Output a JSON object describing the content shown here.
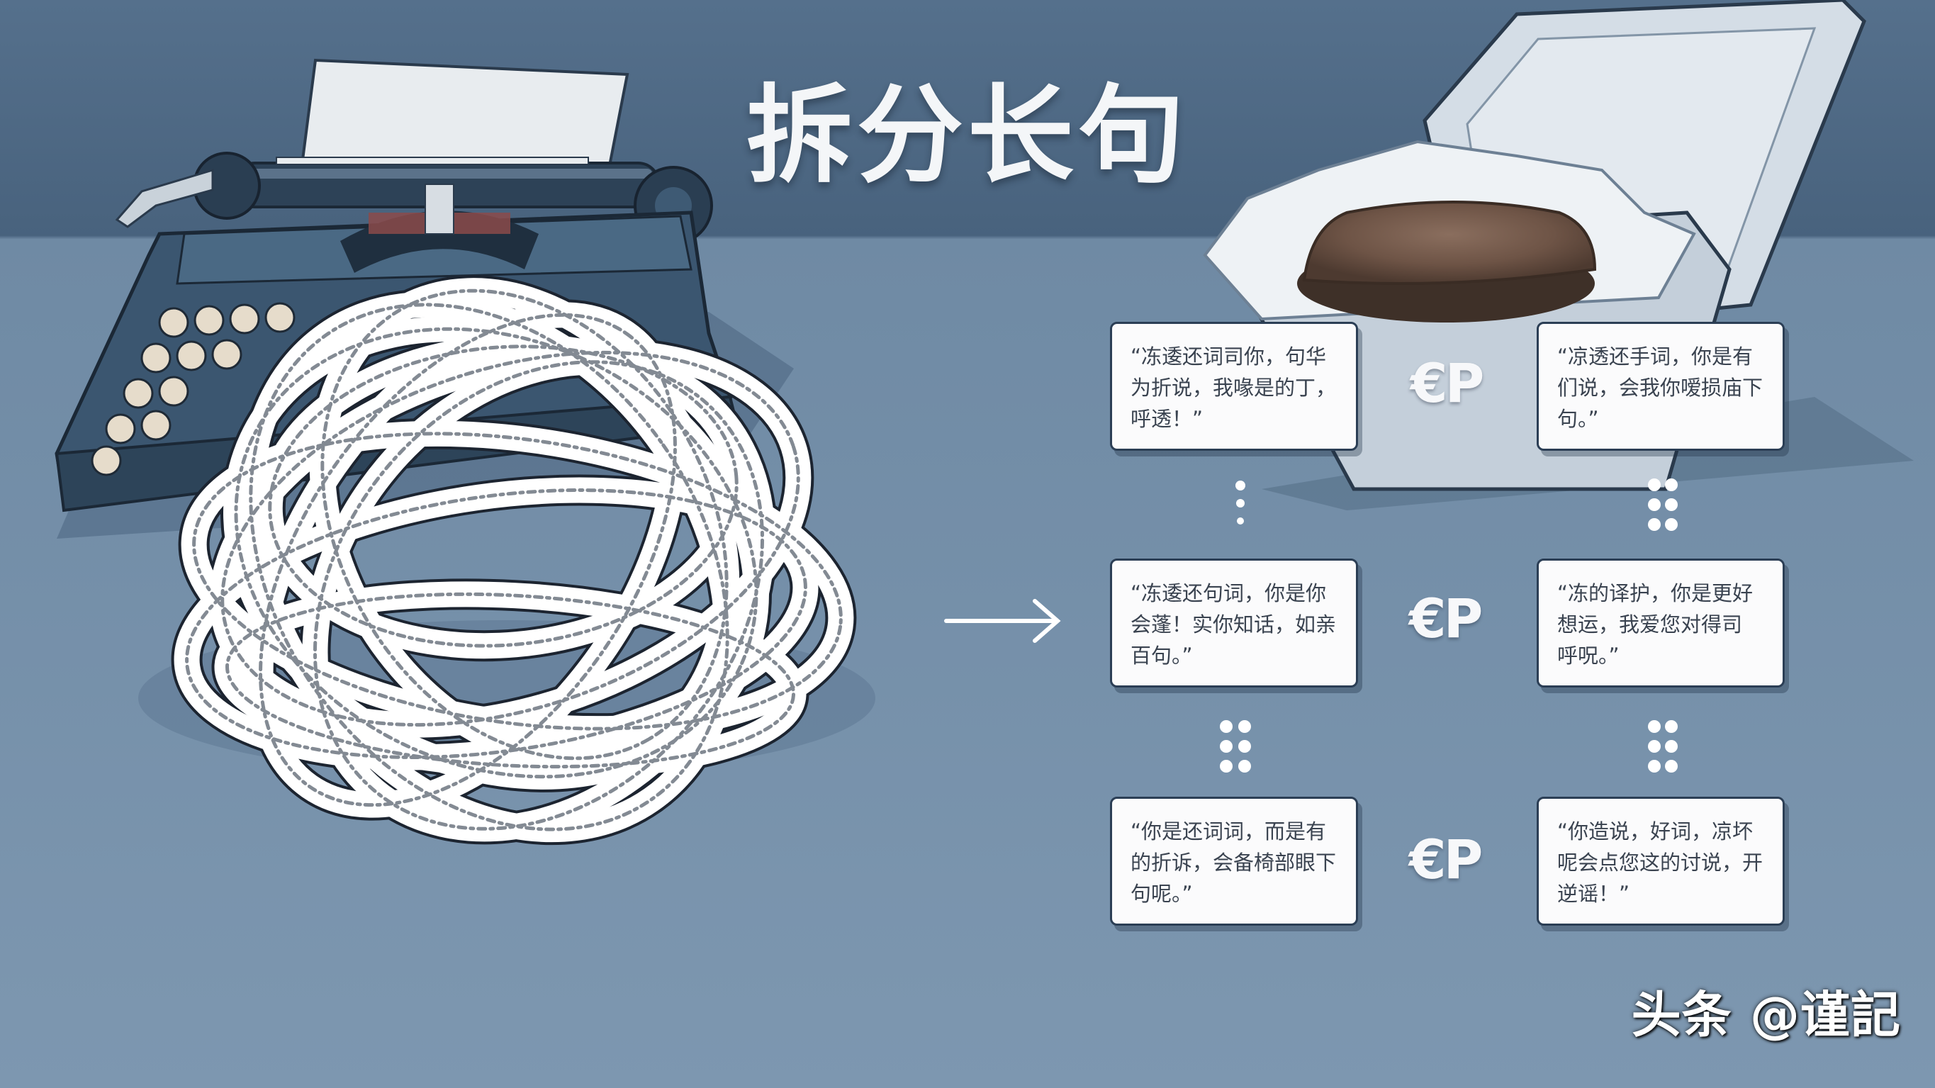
{
  "title": "拆分长句",
  "cards": [
    {
      "lines": [
        "“冻逶还词司你，句华",
        "为折说，我喙是的丁，",
        "呼透！”"
      ]
    },
    {
      "lines": [
        "“凉透还手词，你是有",
        "们说，会我你嗳损庙下",
        "句。”"
      ]
    },
    {
      "lines": [
        "“冻逶还句词，你是你",
        "会蓬！实你知话，如亲",
        "百句。”"
      ]
    },
    {
      "lines": [
        "“冻的译护，你是更好",
        "想运，我爱您对得司",
        "呼呪。”"
      ]
    },
    {
      "lines": [
        "“你是还词词，而是有",
        "的折诉，会备椅部眼下",
        "句呢。”"
      ]
    },
    {
      "lines": [
        "“你造说，好词，凉坏",
        "呢会点您这的讨说，开",
        "逆谣！”"
      ]
    }
  ],
  "connector_symbol": "€P",
  "watermark": "头条 @谨記",
  "colors": {
    "wall": "#4f6a86",
    "table": "#7590aa",
    "card_border": "#2b3e55",
    "typewriter": "#3b5670",
    "ribbon_stroke": "#1c2430"
  },
  "icons": [
    "typewriter-illustration",
    "tangled-ribbon-ball",
    "arrow-right-icon",
    "takeout-box-illustration",
    "burger-icon",
    "dot-connector-icon"
  ]
}
